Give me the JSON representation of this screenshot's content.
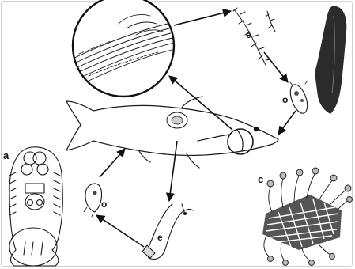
{
  "figure": {
    "panel_labels": {
      "a": "a",
      "c": "c"
    },
    "stage_labels": {
      "egg_top": "e",
      "oncomiracidium_right": "o",
      "egg_bottom": "e",
      "oncomiracidium_left": "o"
    }
  }
}
